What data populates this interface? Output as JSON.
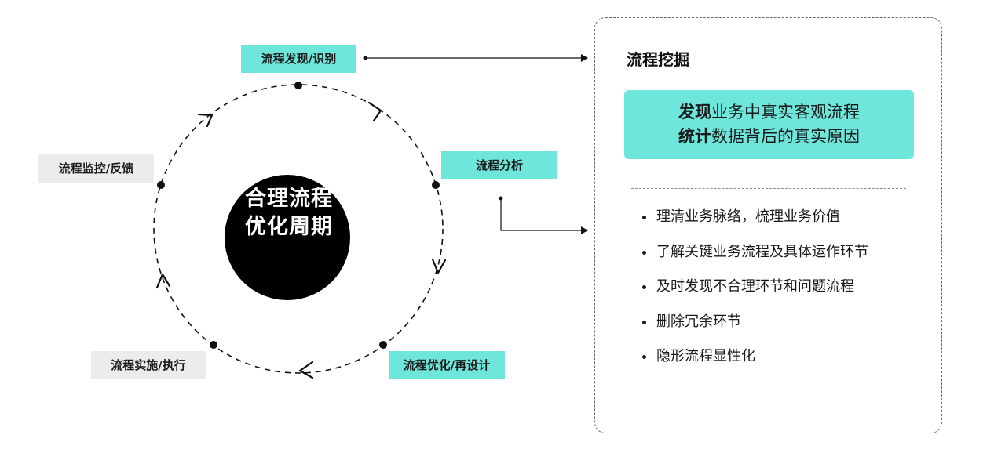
{
  "cycle": {
    "center_lines": [
      "合理流程",
      "优化周期"
    ],
    "stages": [
      {
        "label": "流程发现/识别",
        "color": "#6ee6dc"
      },
      {
        "label": "流程分析",
        "color": "#6ee6dc"
      },
      {
        "label": "流程优化/再设计",
        "color": "#6ee6dc"
      },
      {
        "label": "流程实施/执行",
        "color": "#ececec"
      },
      {
        "label": "流程监控/反馈",
        "color": "#ececec"
      }
    ]
  },
  "panel": {
    "title": "流程挖掘",
    "highlight": {
      "line1_bold": "发现",
      "line1_rest": "业务中真实客观流程",
      "line2_bold": "统计",
      "line2_rest": "数据背后的真实原因"
    },
    "bullets": [
      "理清业务脉络，梳理业务价值",
      "了解关键业务流程及具体运作环节",
      "及时发现不合理环节和问题流程",
      "删除冗余环节",
      "隐形流程显性化"
    ]
  },
  "colors": {
    "accent": "#6ee6dc",
    "neutral": "#ececec",
    "ink": "#111111"
  }
}
